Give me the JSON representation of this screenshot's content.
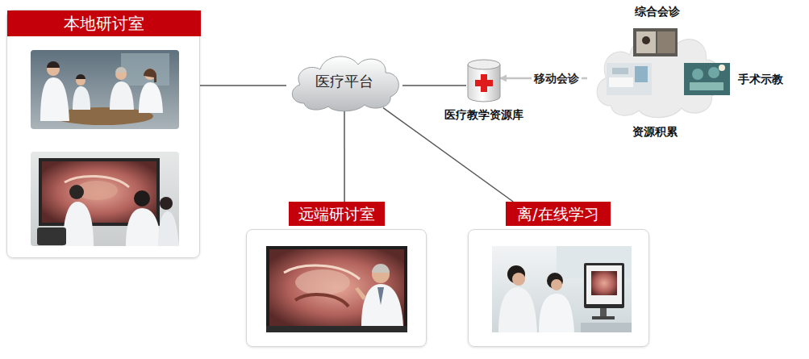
{
  "diagram": {
    "nodes": [
      {
        "text": [
          "本地研讨室"
        ]
      },
      {
        "text": [
          "医疗平台"
        ]
      },
      {
        "text": [
          "医疗教学资源库"
        ]
      },
      {
        "text": [
          "综合会诊",
          "手术示教",
          "资源积累"
        ]
      },
      {
        "text": [
          "远端研讨室"
        ]
      },
      {
        "text": [
          "离/在线学习"
        ]
      }
    ],
    "edges": [
      {
        "from": 0,
        "to": 1,
        "arrow": "none"
      },
      {
        "from": 1,
        "to": 2,
        "arrow": "none"
      },
      {
        "from": 3,
        "to": 2,
        "label": "移动会诊",
        "arrow": "to"
      },
      {
        "from": 1,
        "to": 4,
        "arrow": "none"
      },
      {
        "from": 1,
        "to": 5,
        "arrow": "none"
      }
    ]
  }
}
